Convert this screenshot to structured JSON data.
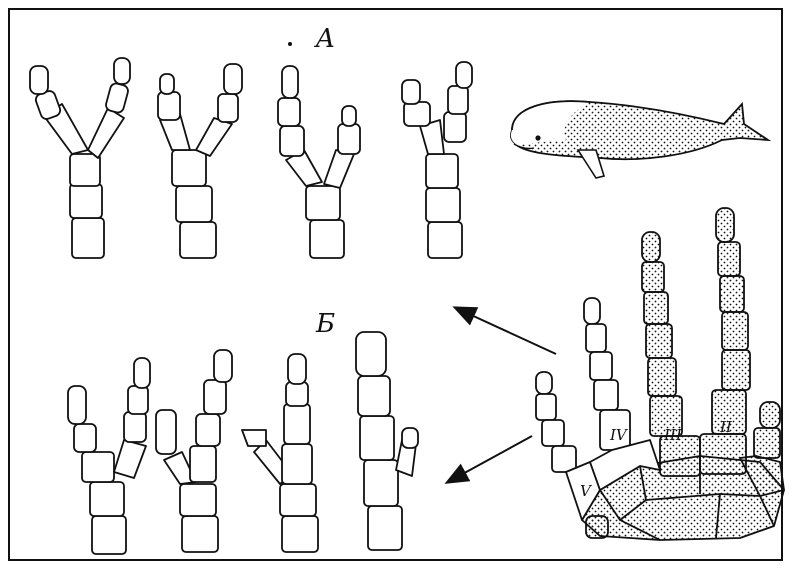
{
  "figure": {
    "label_top": "A",
    "label_bottom": "Б",
    "finger_roman_numerals": [
      "V",
      "IV",
      "III",
      "II"
    ]
  },
  "colors": {
    "ink": "#111111",
    "paper": "#ffffff"
  }
}
